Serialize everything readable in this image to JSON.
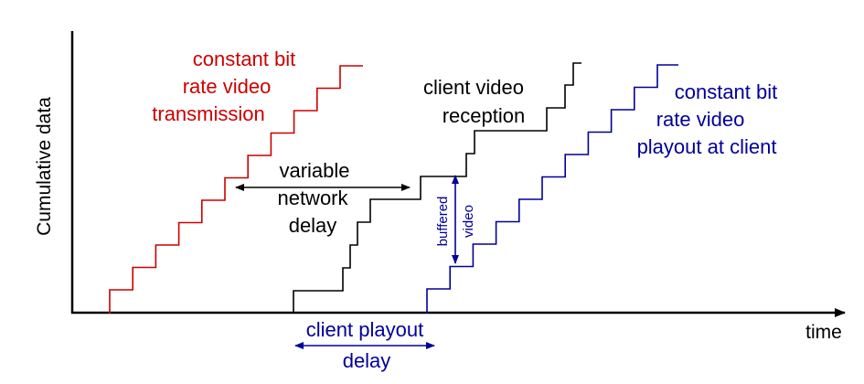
{
  "labels": {
    "y_axis": "Cumulative data",
    "x_axis": "time",
    "red_line1": "constant bit",
    "red_line2": "rate video",
    "red_line3": "transmission",
    "reception_line1": "client video",
    "reception_line2": "reception",
    "blue_line1": "constant bit",
    "blue_line2": "rate video",
    "blue_line3": "playout at client",
    "delay_line1": "variable",
    "delay_line2": "network",
    "delay_line3": "delay",
    "buffered_line1": "buffered",
    "buffered_line2": "video",
    "playout_line1": "client playout",
    "playout_line2": "delay"
  },
  "colors": {
    "transmission": "#cc0000",
    "reception": "#000000",
    "playout": "#000099",
    "axis": "#000000"
  }
}
